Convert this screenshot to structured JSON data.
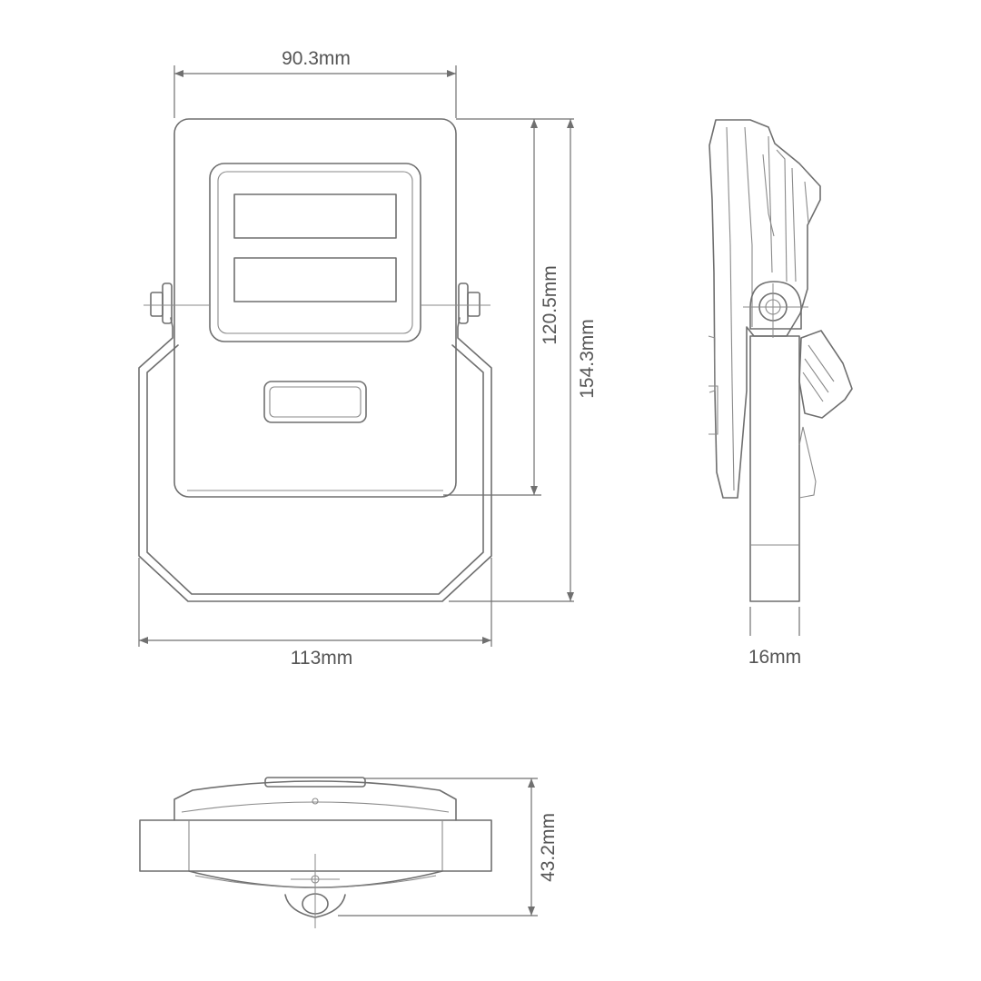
{
  "dimensions": {
    "front_top_width": "90.3mm",
    "front_body_height": "120.5mm",
    "front_total_height": "154.3mm",
    "front_bracket_width": "113mm",
    "side_bracket_thickness": "16mm",
    "bottom_depth": "43.2mm"
  },
  "colors": {
    "line": "#6f6f6f",
    "text": "#555555",
    "background": "#ffffff"
  }
}
